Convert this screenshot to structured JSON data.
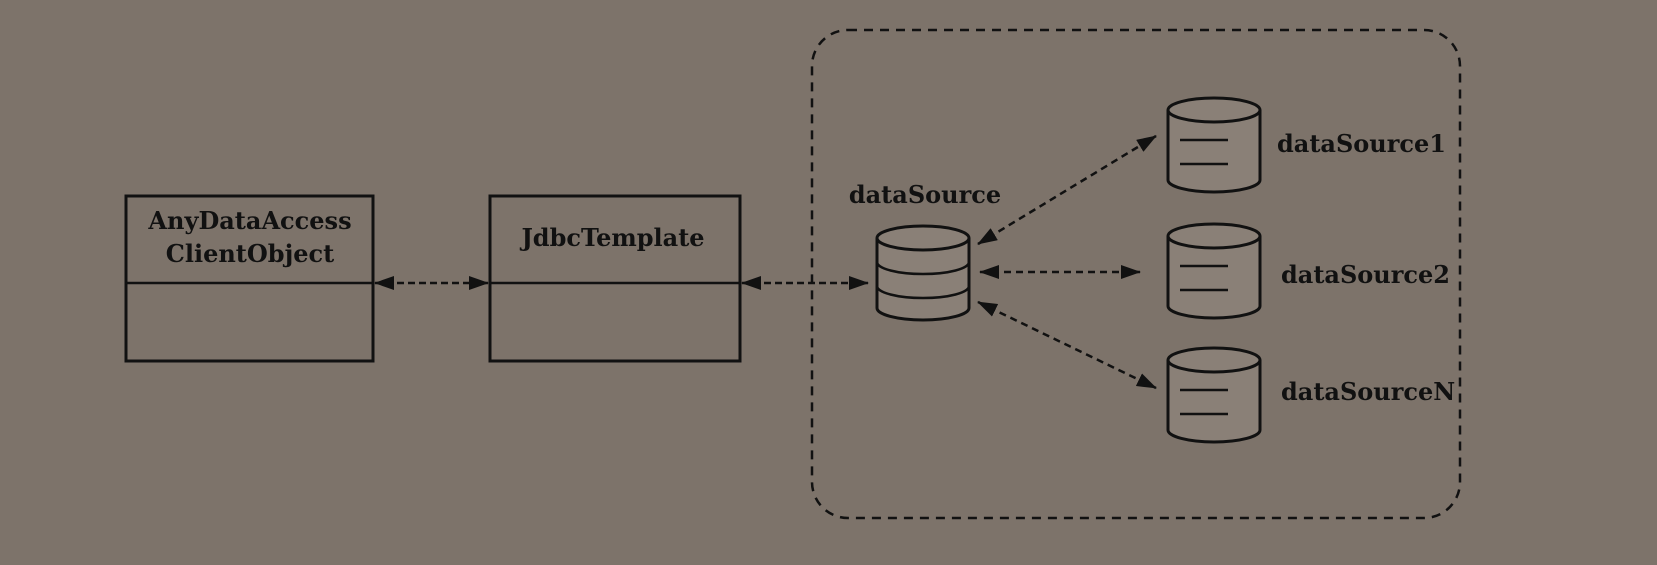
{
  "diagram": {
    "client_box": {
      "label_line1": "AnyDataAccess",
      "label_line2": "ClientObject"
    },
    "template_box": {
      "label": "JdbcTemplate"
    },
    "router_db": {
      "label": "dataSource"
    },
    "targets": [
      {
        "label": "dataSource1"
      },
      {
        "label": "dataSource2"
      },
      {
        "label": "dataSourceN"
      }
    ]
  },
  "colors": {
    "background": "#7d736a",
    "ink": "#111111"
  }
}
